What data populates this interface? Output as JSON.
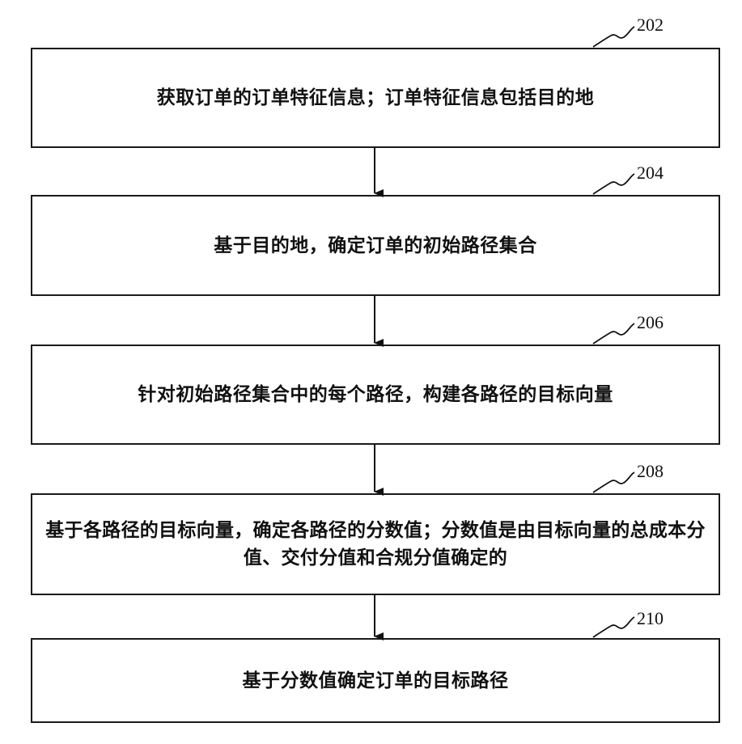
{
  "steps": [
    {
      "ref": "202",
      "text": "获取订单的订单特征信息；订单特征信息包括目的地"
    },
    {
      "ref": "204",
      "text": "基于目的地，确定订单的初始路径集合"
    },
    {
      "ref": "206",
      "text": "针对初始路径集合中的每个路径，构建各路径的目标向量"
    },
    {
      "ref": "208",
      "text": "基于各路径的目标向量，确定各路径的分数值；分数值是由目标向量的总成本分值、交付分值和合规分值确定的"
    },
    {
      "ref": "210",
      "text": "基于分数值确定订单的目标路径"
    }
  ]
}
